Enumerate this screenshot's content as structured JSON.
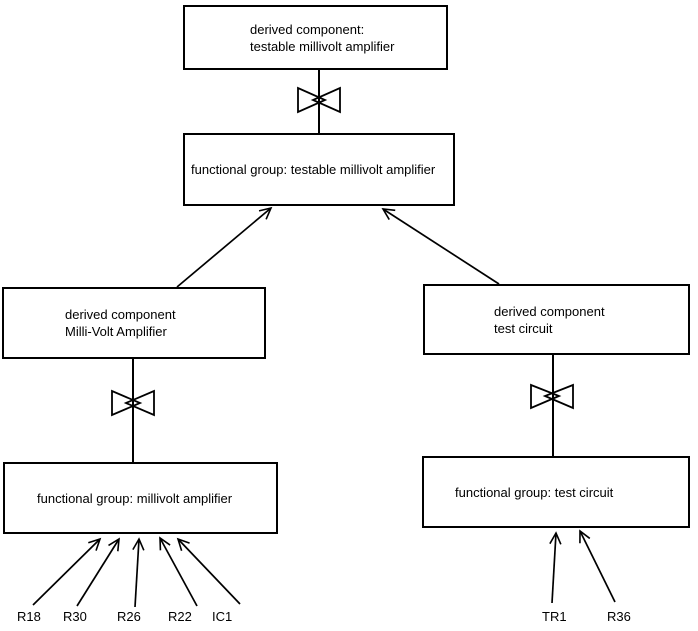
{
  "colors": {
    "line": "#000000",
    "text": "#000000",
    "background": "#ffffff"
  },
  "icons": {
    "bowtie": "bowtie-refinement-icon",
    "arrowhead": "open-v-arrowhead"
  },
  "nodes": {
    "top_derived": {
      "line1": "derived component:",
      "line2": "testable millivolt amplifier"
    },
    "fg_testable": {
      "label": "functional group: testable millivolt amplifier"
    },
    "derived_mva": {
      "line1": "derived component",
      "line2": "Milli-Volt Amplifier"
    },
    "derived_tc": {
      "line1": "derived component",
      "line2": "test circuit"
    },
    "fg_mva": {
      "label": "functional group: millivolt amplifier"
    },
    "fg_tc": {
      "label": "functional group: test circuit"
    }
  },
  "leaves": {
    "r18": "R18",
    "r30": "R30",
    "r26": "R26",
    "r22": "R22",
    "ic1": "IC1",
    "tr1": "TR1",
    "r36": "R36"
  }
}
